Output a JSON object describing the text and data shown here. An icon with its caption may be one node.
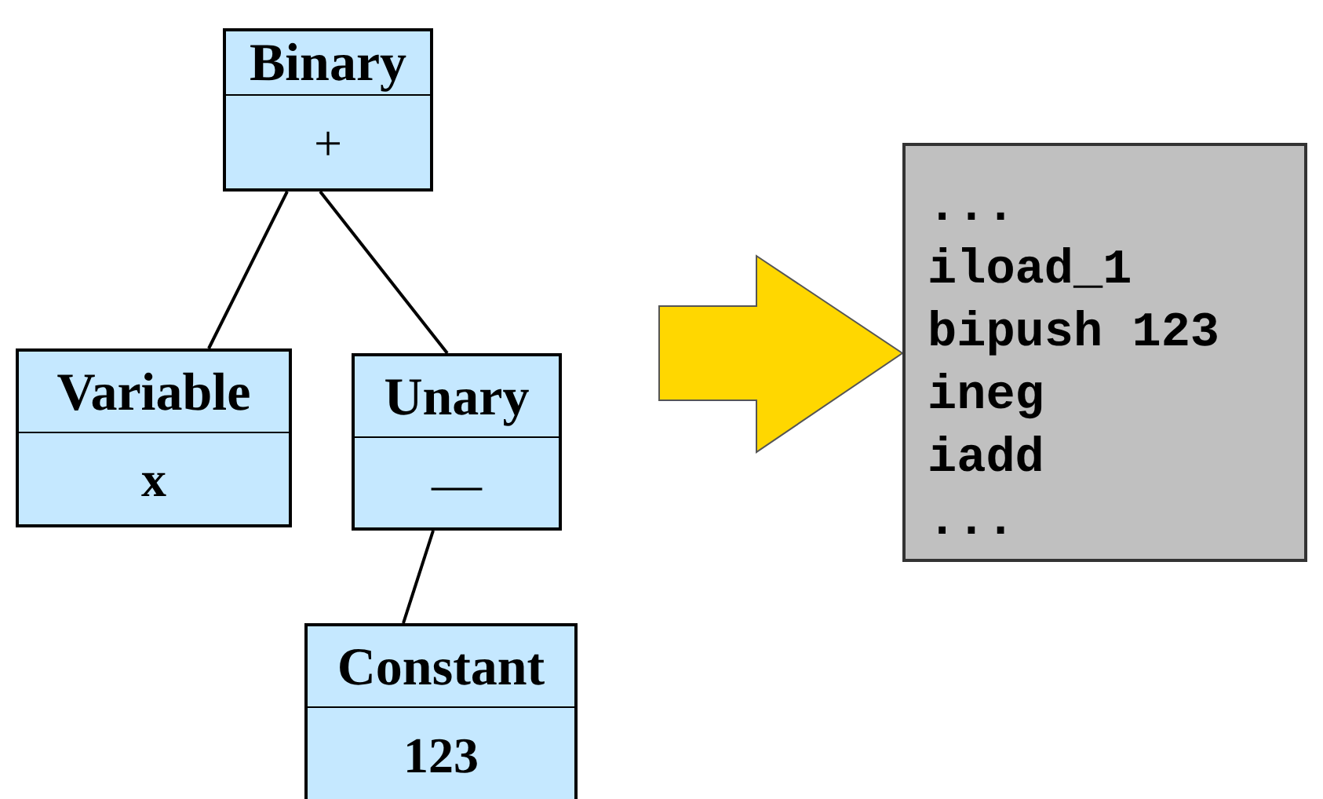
{
  "diagram": {
    "nodes": [
      {
        "text": [
          "Binary",
          "+"
        ]
      },
      {
        "text": [
          "Variable",
          "x"
        ]
      },
      {
        "text": [
          "Unary",
          "—"
        ]
      },
      {
        "text": [
          "Constant",
          "123"
        ]
      },
      {
        "text": [
          "...",
          "iload_1",
          "bipush 123",
          "ineg",
          "iadd",
          "..."
        ]
      }
    ],
    "edges": [
      {
        "from": 0,
        "to": 1,
        "arrow": "none"
      },
      {
        "from": 0,
        "to": 2,
        "arrow": "none"
      },
      {
        "from": 2,
        "to": 3,
        "arrow": "none"
      },
      {
        "from": null,
        "to": 4,
        "arrow": "to",
        "style": "thick",
        "color": "#ffd700"
      }
    ]
  }
}
